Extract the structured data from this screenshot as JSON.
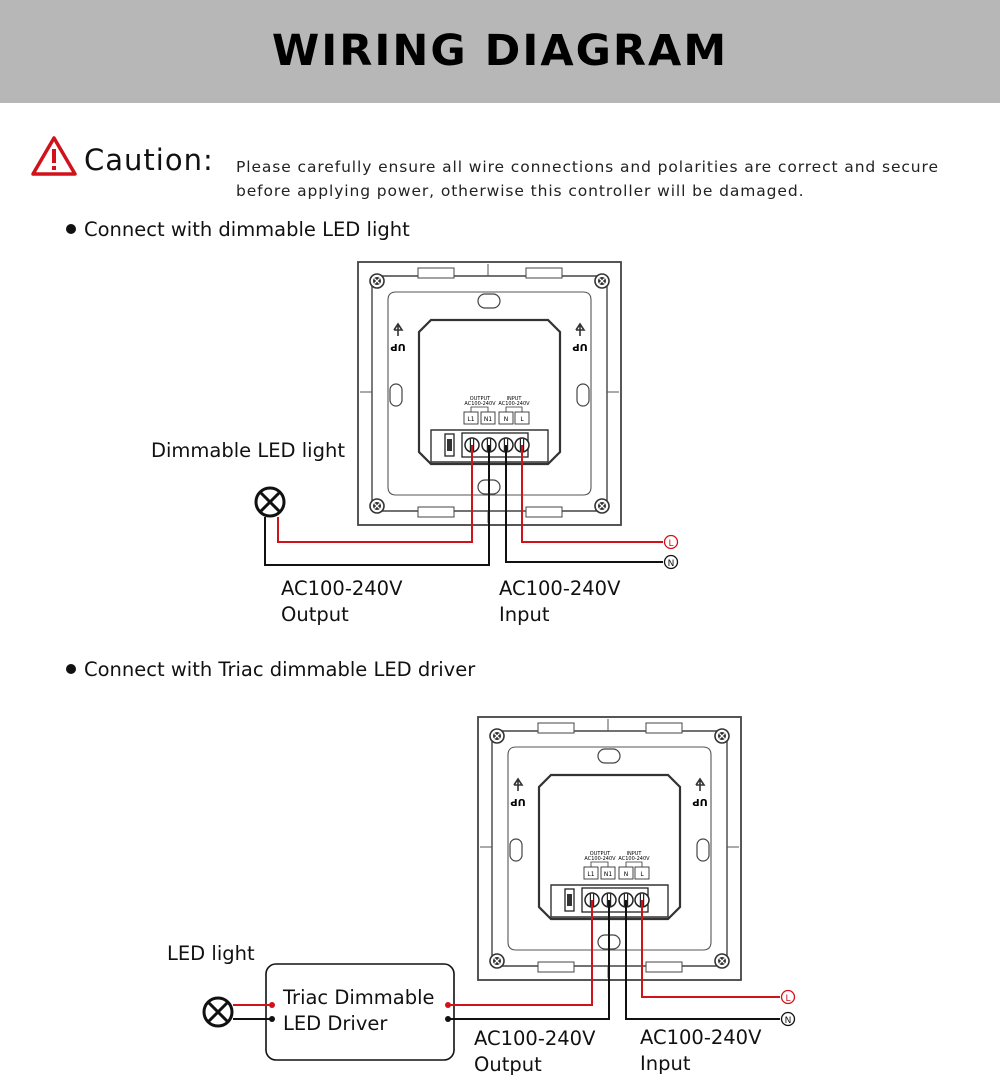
{
  "header": {
    "title": "WIRING DIAGRAM"
  },
  "caution": {
    "word": "Caution:",
    "text_line1": "Please carefully ensure all wire connections and polarities are correct and secure",
    "text_line2": "before applying power, otherwise this controller will be damaged."
  },
  "section1": {
    "bullet": "Connect with dimmable LED light",
    "load_label": "Dimmable LED light",
    "output_label_line1": "AC100-240V",
    "output_label_line2": "Output",
    "input_label_line1": "AC100-240V",
    "input_label_line2": "Input",
    "live_marker": "L",
    "neutral_marker": "N"
  },
  "section2": {
    "bullet": "Connect with Triac dimmable LED driver",
    "load_label": "LED light",
    "driver_line1": "Triac Dimmable",
    "driver_line2": "LED Driver",
    "output_label_line1": "AC100-240V",
    "output_label_line2": "Output",
    "input_label_line1": "AC100-240V",
    "input_label_line2": "Input",
    "live_marker": "L",
    "neutral_marker": "N"
  },
  "device": {
    "up_text": "UP",
    "output_text": "OUTPUT",
    "input_text": "INPUT",
    "voltage_text": "AC100-240V",
    "terminals": [
      "L1",
      "N1",
      "N",
      "L"
    ]
  },
  "colors": {
    "live_wire": "#d0121b",
    "neutral_wire": "#111111",
    "caution_red": "#d0121b",
    "header_bg": "#b7b7b7"
  }
}
